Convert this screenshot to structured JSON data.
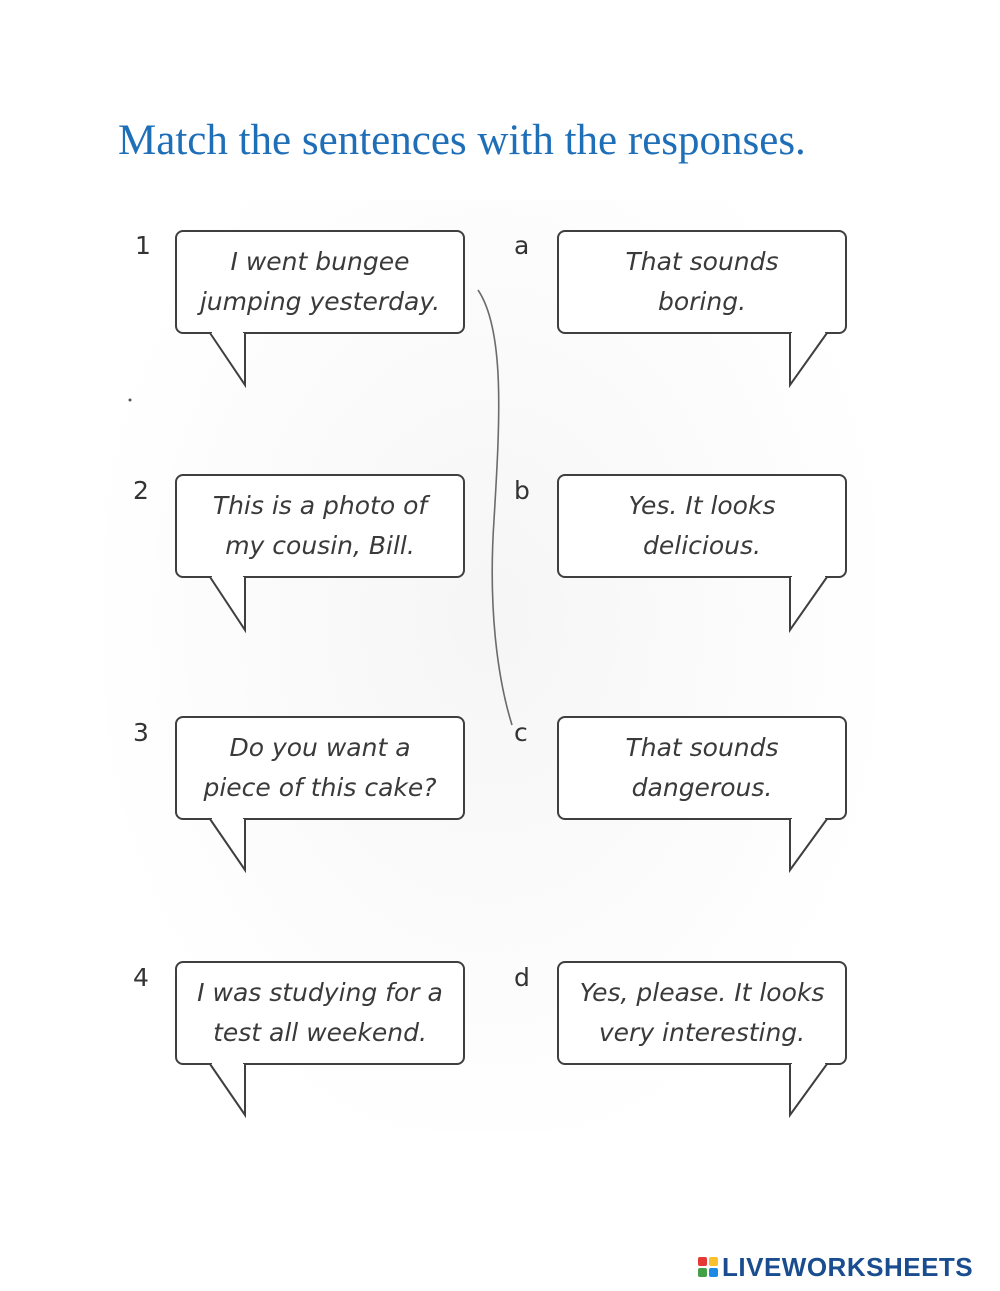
{
  "title": "Match the sentences with the responses.",
  "sentences": [
    {
      "number": "1",
      "text": "I went bungee\njumping yesterday."
    },
    {
      "number": "2",
      "text": "This is a photo of\nmy cousin, Bill."
    },
    {
      "number": "3",
      "text": "Do you want a\npiece of this cake?"
    },
    {
      "number": "4",
      "text": "I was studying for a\ntest all weekend."
    }
  ],
  "responses": [
    {
      "letter": "a",
      "text": "That sounds\nboring."
    },
    {
      "letter": "b",
      "text": "Yes. It looks\ndelicious."
    },
    {
      "letter": "c",
      "text": "That sounds\ndangerous."
    },
    {
      "letter": "d",
      "text": "Yes, please. It looks\nvery interesting."
    }
  ],
  "logo": {
    "text": "LIVEWORKSHEETS",
    "colors": [
      "#e53935",
      "#fbc02d",
      "#43a047",
      "#1e88e5"
    ]
  },
  "colors": {
    "title": "#1f6fb8",
    "logo_text": "#1a4d8f"
  }
}
